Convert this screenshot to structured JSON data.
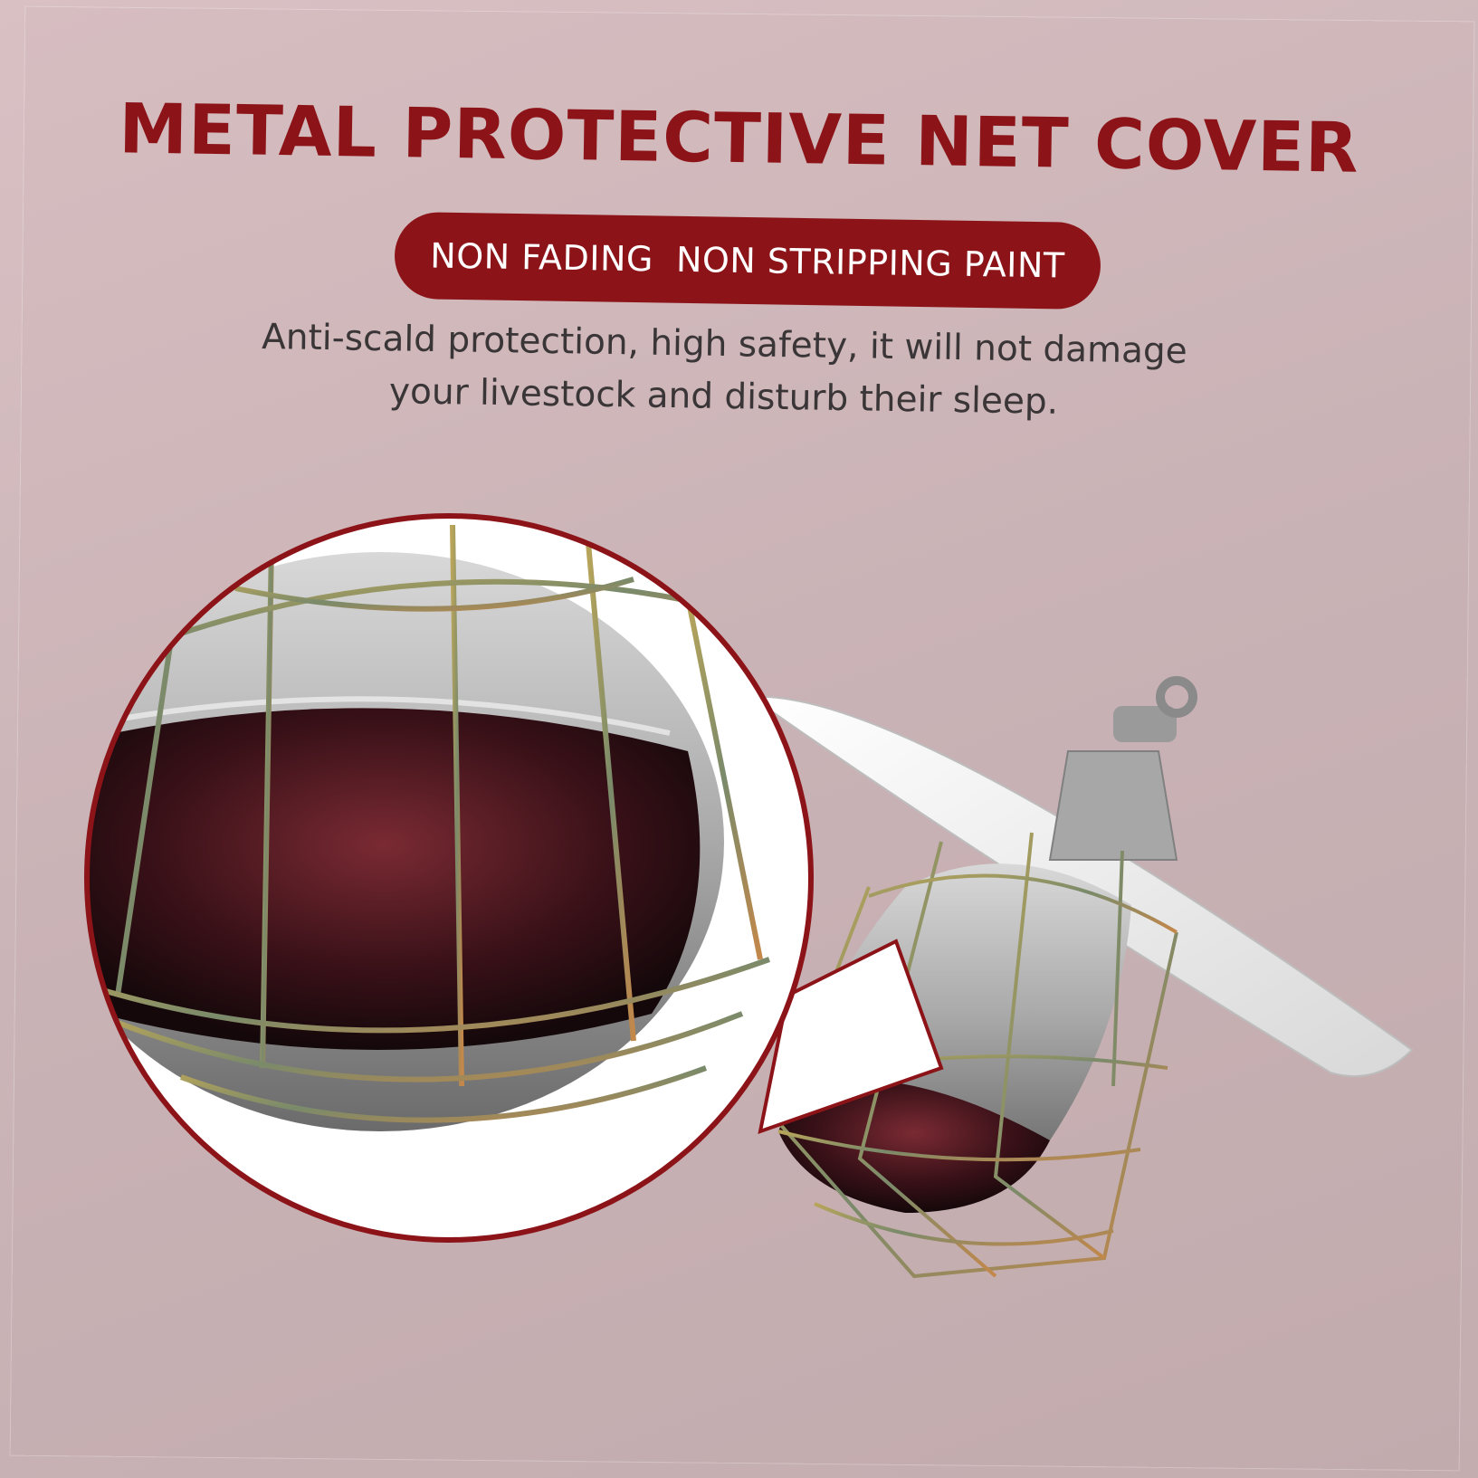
{
  "heading": "METAL PROTECTIVE NET COVER",
  "badge": "NON FADING  NON STRIPPING PAINT",
  "description": {
    "line1": "Anti-scald protection, high safety, it will not damage",
    "line2": "your livestock and disturb their sleep."
  },
  "colors": {
    "accent": "#8c1418",
    "background": "#cbb5b8",
    "text": "#3a3537"
  },
  "illustration": {
    "subject": "heat-lamp-with-wire-guard",
    "detail": "zoomed-wire-cage-bulb"
  }
}
